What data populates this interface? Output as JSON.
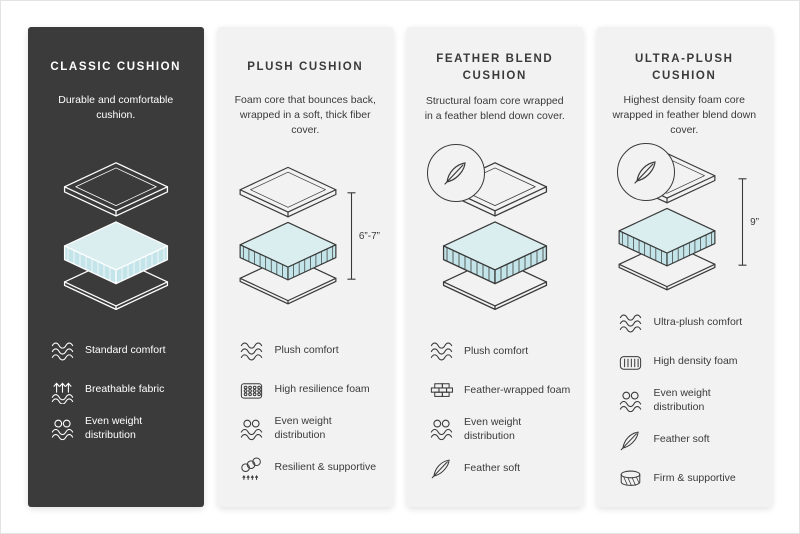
{
  "canvas": {
    "background": "#ffffff",
    "card_light_color": "#f2f2f2",
    "card_dark_color": "#3b3b3b",
    "foam_teal_color": "#cfe8ec"
  },
  "columns": [
    {
      "title": "CLASSIC CUSHION",
      "description": "Durable and comfortable cushion.",
      "theme": "dark",
      "measurement": "",
      "badge_icon": "",
      "features": [
        {
          "icon": "wave-icon",
          "label": "Standard comfort"
        },
        {
          "icon": "breathable-fabric-icon",
          "label": "Breathable fabric"
        },
        {
          "icon": "even-weight-icon",
          "label": "Even weight distribution"
        }
      ]
    },
    {
      "title": "PLUSH CUSHION",
      "description": "Foam core that bounces back, wrapped in a soft, thick fiber cover.",
      "theme": "light",
      "measurement": "6”-7”",
      "badge_icon": "",
      "features": [
        {
          "icon": "wave-icon",
          "label": "Plush comfort"
        },
        {
          "icon": "high-resilience-foam-icon",
          "label": "High resilience foam"
        },
        {
          "icon": "even-weight-icon",
          "label": "Even weight distribution"
        },
        {
          "icon": "spring-icon",
          "label": "Resilient & supportive"
        }
      ]
    },
    {
      "title": "FEATHER BLEND CUSHION",
      "description": "Structural foam core wrapped in a feather blend down cover.",
      "theme": "light",
      "measurement": "",
      "badge_icon": "feather-icon",
      "features": [
        {
          "icon": "wave-icon",
          "label": "Plush comfort"
        },
        {
          "icon": "feather-wrapped-foam-icon",
          "label": "Feather-wrapped foam"
        },
        {
          "icon": "even-weight-icon",
          "label": "Even weight distribution"
        },
        {
          "icon": "feather-icon",
          "label": "Feather soft"
        }
      ]
    },
    {
      "title": "ULTRA-PLUSH CUSHION",
      "description": "Highest density foam core wrapped in feather blend down cover.",
      "theme": "light",
      "measurement": "9”",
      "badge_icon": "feather-icon",
      "features": [
        {
          "icon": "wave-icon",
          "label": "Ultra-plush comfort"
        },
        {
          "icon": "high-density-foam-icon",
          "label": "High density foam"
        },
        {
          "icon": "even-weight-icon",
          "label": "Even weight distribution"
        },
        {
          "icon": "feather-icon",
          "label": "Feather soft"
        },
        {
          "icon": "firm-supportive-icon",
          "label": "Firm & supportive"
        }
      ]
    }
  ]
}
